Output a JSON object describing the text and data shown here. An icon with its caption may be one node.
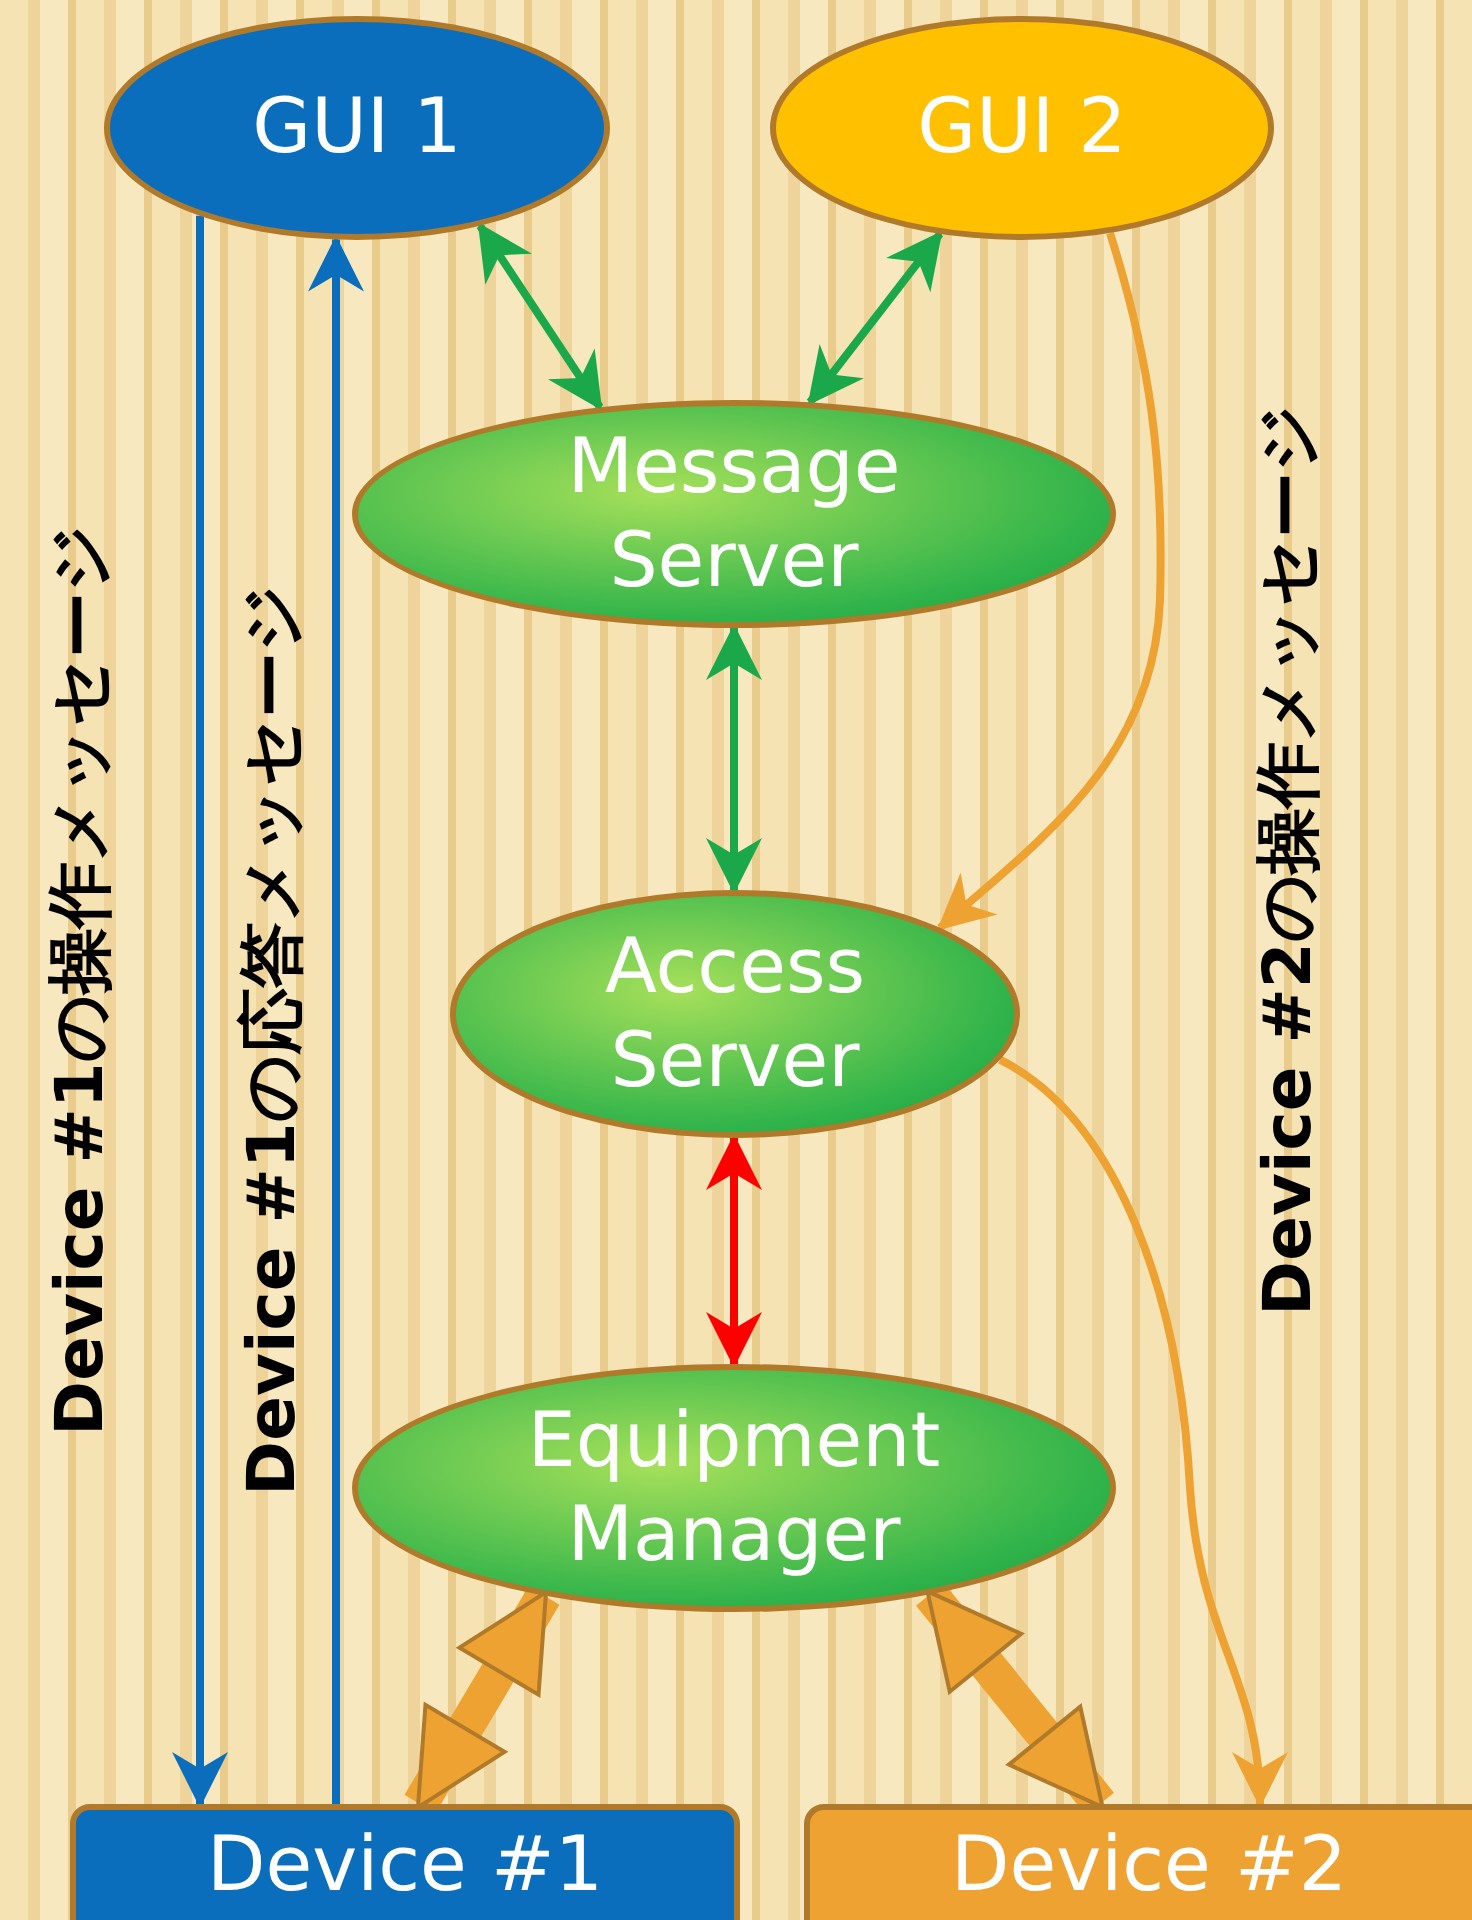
{
  "diagram": {
    "nodes": [
      {
        "text": [
          "GUI 1"
        ]
      },
      {
        "text": [
          "GUI 2"
        ]
      },
      {
        "text": [
          "Message Server"
        ]
      },
      {
        "text": [
          "Access Server"
        ]
      },
      {
        "text": [
          "Equipment Manager"
        ]
      },
      {
        "text": [
          "Device #1"
        ]
      },
      {
        "text": [
          "Device #2"
        ]
      }
    ],
    "edges": [
      {
        "from": 0,
        "to": 5,
        "arrow": "to",
        "label": "Device #1の操作メッセージ",
        "color": "#0a6ebd"
      },
      {
        "from": 5,
        "to": 0,
        "arrow": "to",
        "label": "Device #1の応答メッセージ",
        "color": "#0a6ebd"
      },
      {
        "from": 0,
        "to": 2,
        "arrow": "both",
        "color": "#1aa84a"
      },
      {
        "from": 1,
        "to": 2,
        "arrow": "both",
        "color": "#1aa84a"
      },
      {
        "from": 2,
        "to": 3,
        "arrow": "both",
        "color": "#1aa84a"
      },
      {
        "from": 3,
        "to": 4,
        "arrow": "both",
        "color": "#ff0000"
      },
      {
        "from": 4,
        "to": 5,
        "arrow": "both",
        "style": "thick",
        "color": "#eda232"
      },
      {
        "from": 4,
        "to": 6,
        "arrow": "both",
        "style": "thick",
        "color": "#eda232"
      },
      {
        "from": 1,
        "to": 3,
        "arrow": "to",
        "color": "#eda232"
      },
      {
        "from": 3,
        "to": 6,
        "arrow": "to",
        "label": "Device #2の操作メッセージ",
        "color": "#eda232"
      }
    ]
  }
}
